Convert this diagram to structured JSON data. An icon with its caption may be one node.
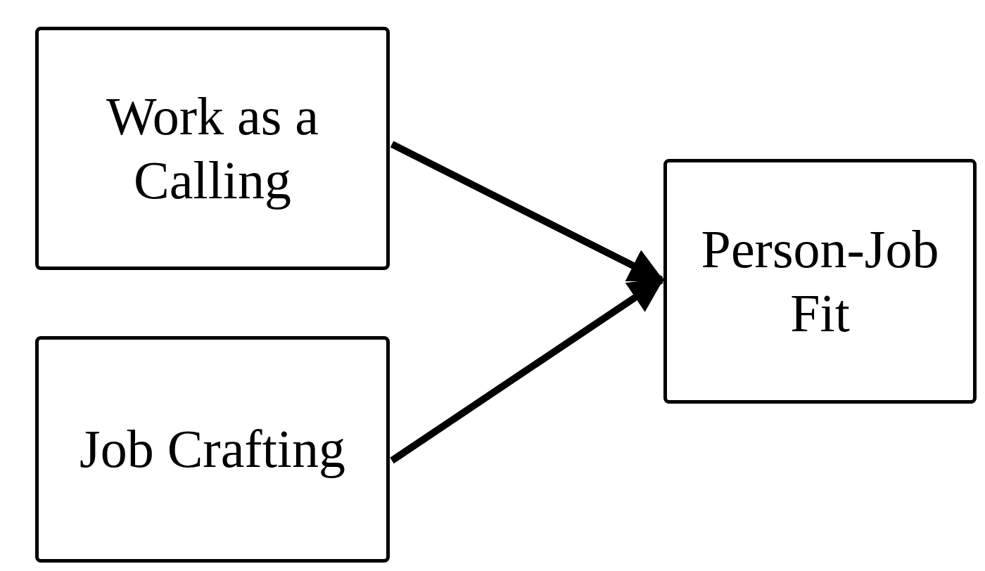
{
  "diagram": {
    "nodes": [
      {
        "text": [
          "Work as a Calling"
        ]
      },
      {
        "text": [
          "Job Crafting"
        ]
      },
      {
        "text": [
          "Person-Job Fit"
        ]
      }
    ],
    "edges": [
      {
        "from": 0,
        "to": 2,
        "arrow": "to"
      },
      {
        "from": 1,
        "to": 2,
        "arrow": "to"
      }
    ]
  }
}
